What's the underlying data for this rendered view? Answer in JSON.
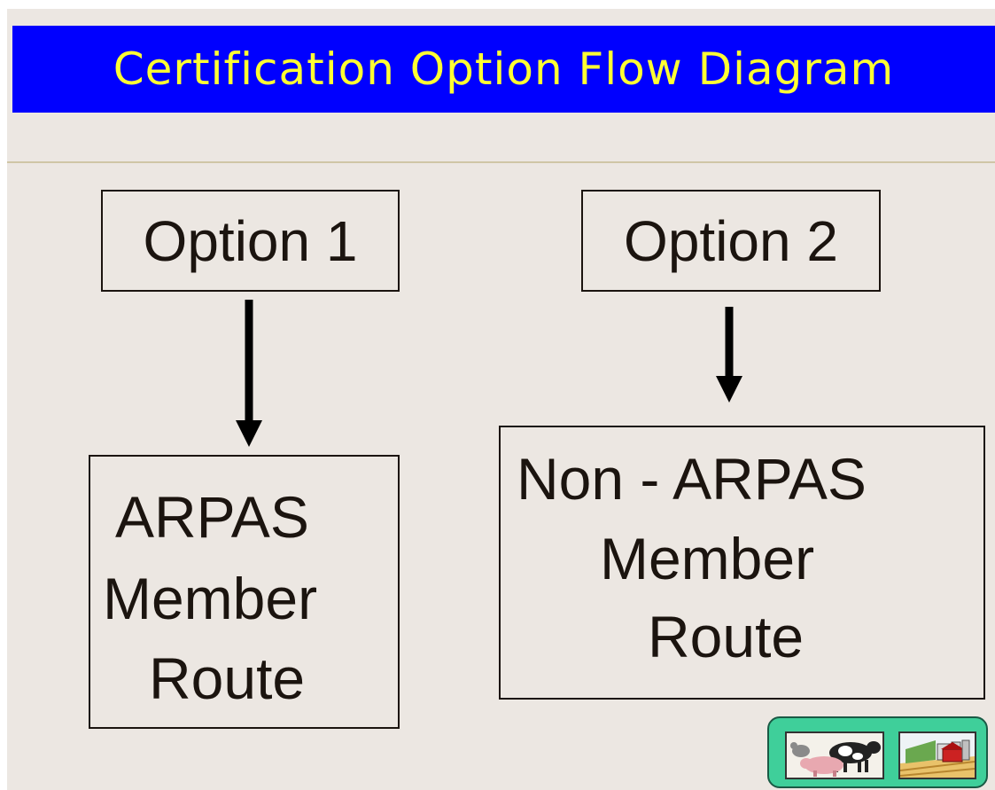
{
  "title": "Certification Option Flow Diagram",
  "colors": {
    "title_background": "#0000ff",
    "title_text": "#ffff33",
    "page_background": "#ece7e2",
    "nav_panel": "#3fcf9a",
    "box_text": "#1b140f"
  },
  "diagram": {
    "option1": {
      "label": "Option 1",
      "route_lines": [
        "ARPAS",
        "Member",
        "Route"
      ]
    },
    "option2": {
      "label": "Option 2",
      "route_lines": [
        "Non - ARPAS",
        "Member",
        "Route"
      ]
    }
  },
  "nav_icons": [
    "livestock-icon",
    "farm-icon"
  ]
}
